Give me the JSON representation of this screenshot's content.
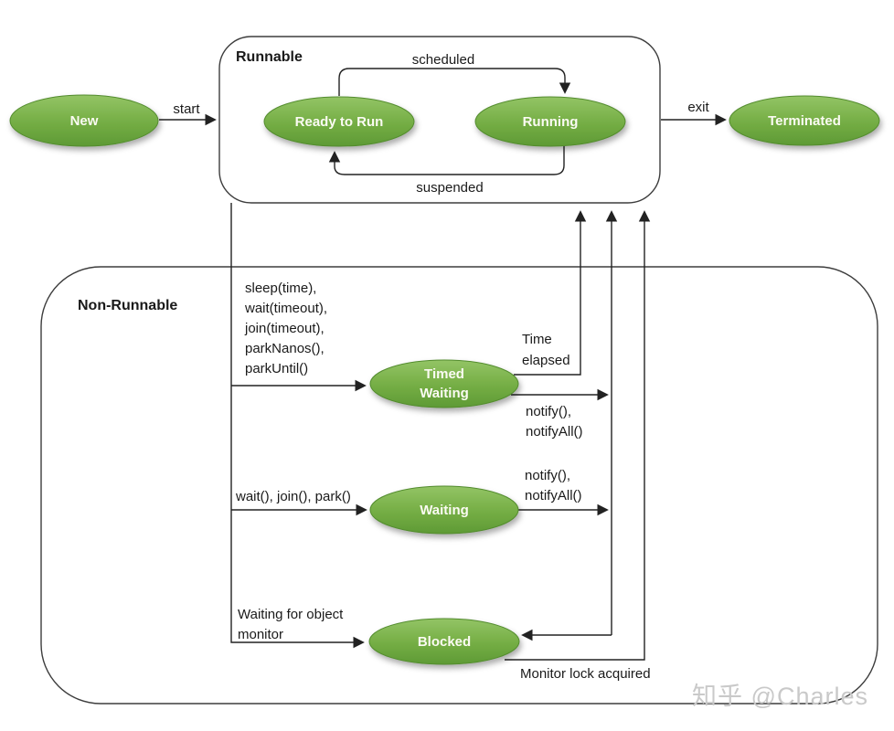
{
  "diagram": {
    "groups": {
      "runnable_label": "Runnable",
      "non_runnable_label": "Non-Runnable"
    },
    "states": {
      "new": "New",
      "ready_to_run": "Ready to Run",
      "running": "Running",
      "terminated": "Terminated",
      "timed_waiting_line1": "Timed",
      "timed_waiting_line2": "Waiting",
      "waiting": "Waiting",
      "blocked": "Blocked"
    },
    "transitions": {
      "start": "start",
      "exit": "exit",
      "scheduled": "scheduled",
      "suspended": "suspended",
      "timed_wait_calls": [
        "sleep(time),",
        "wait(timeout),",
        "join(timeout),",
        "parkNanos(),",
        "parkUntil()"
      ],
      "time_elapsed": [
        "Time",
        "elapsed"
      ],
      "notify_from_timed": [
        "notify(),",
        "notifyAll()"
      ],
      "notify_from_waiting": [
        "notify(),",
        "notifyAll()"
      ],
      "wait_calls": "wait(), join(), park()",
      "waiting_for_monitor": [
        "Waiting for object",
        "monitor"
      ],
      "monitor_lock_acquired": "Monitor lock acquired"
    },
    "watermark": "知乎 @Charles",
    "colors": {
      "state_gradient_top": "#93c465",
      "state_gradient_bottom": "#5e9a35",
      "state_border": "#538c2e",
      "line": "#222222",
      "box_border": "#3d3d3d",
      "watermark": "#c9c9c9",
      "background": "#ffffff"
    }
  }
}
